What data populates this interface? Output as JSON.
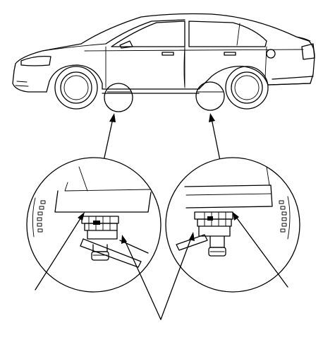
{
  "figure": {
    "background": "#ffffff",
    "line_color": "#000000",
    "views": [
      "car-side-view",
      "detail-front-lift-point",
      "detail-rear-lift-point"
    ],
    "icons": [
      "sedan-illustration",
      "jack-adapter-icon",
      "pointer-arrow-icon",
      "leader-line"
    ]
  }
}
